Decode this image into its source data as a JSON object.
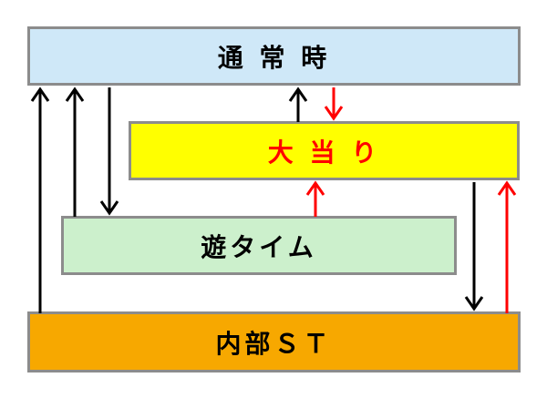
{
  "states": {
    "normal": {
      "label": "通 常 時",
      "fill": "#cfe8f8",
      "text_color": "#000000"
    },
    "bigwin": {
      "label": "大 当 り",
      "fill": "#ffff00",
      "text_color": "#ff0000"
    },
    "asobi": {
      "label": "遊タイム",
      "fill": "#ccf0cc",
      "text_color": "#000000"
    },
    "naibu": {
      "label": "内部ＳＴ",
      "fill": "#f7a800",
      "text_color": "#000000"
    }
  },
  "colors": {
    "arrow_black": "#000000",
    "arrow_red": "#ff0000",
    "border": "#8c8c8c"
  },
  "transitions": [
    {
      "from": "naibu",
      "to": "normal",
      "color": "black"
    },
    {
      "from": "asobi",
      "to": "normal",
      "color": "black"
    },
    {
      "from": "normal",
      "to": "asobi",
      "color": "black"
    },
    {
      "from": "bigwin",
      "to": "normal",
      "color": "black"
    },
    {
      "from": "normal",
      "to": "bigwin",
      "color": "red"
    },
    {
      "from": "asobi",
      "to": "bigwin",
      "color": "red"
    },
    {
      "from": "bigwin",
      "to": "naibu",
      "color": "black"
    },
    {
      "from": "naibu",
      "to": "bigwin",
      "color": "red"
    }
  ]
}
